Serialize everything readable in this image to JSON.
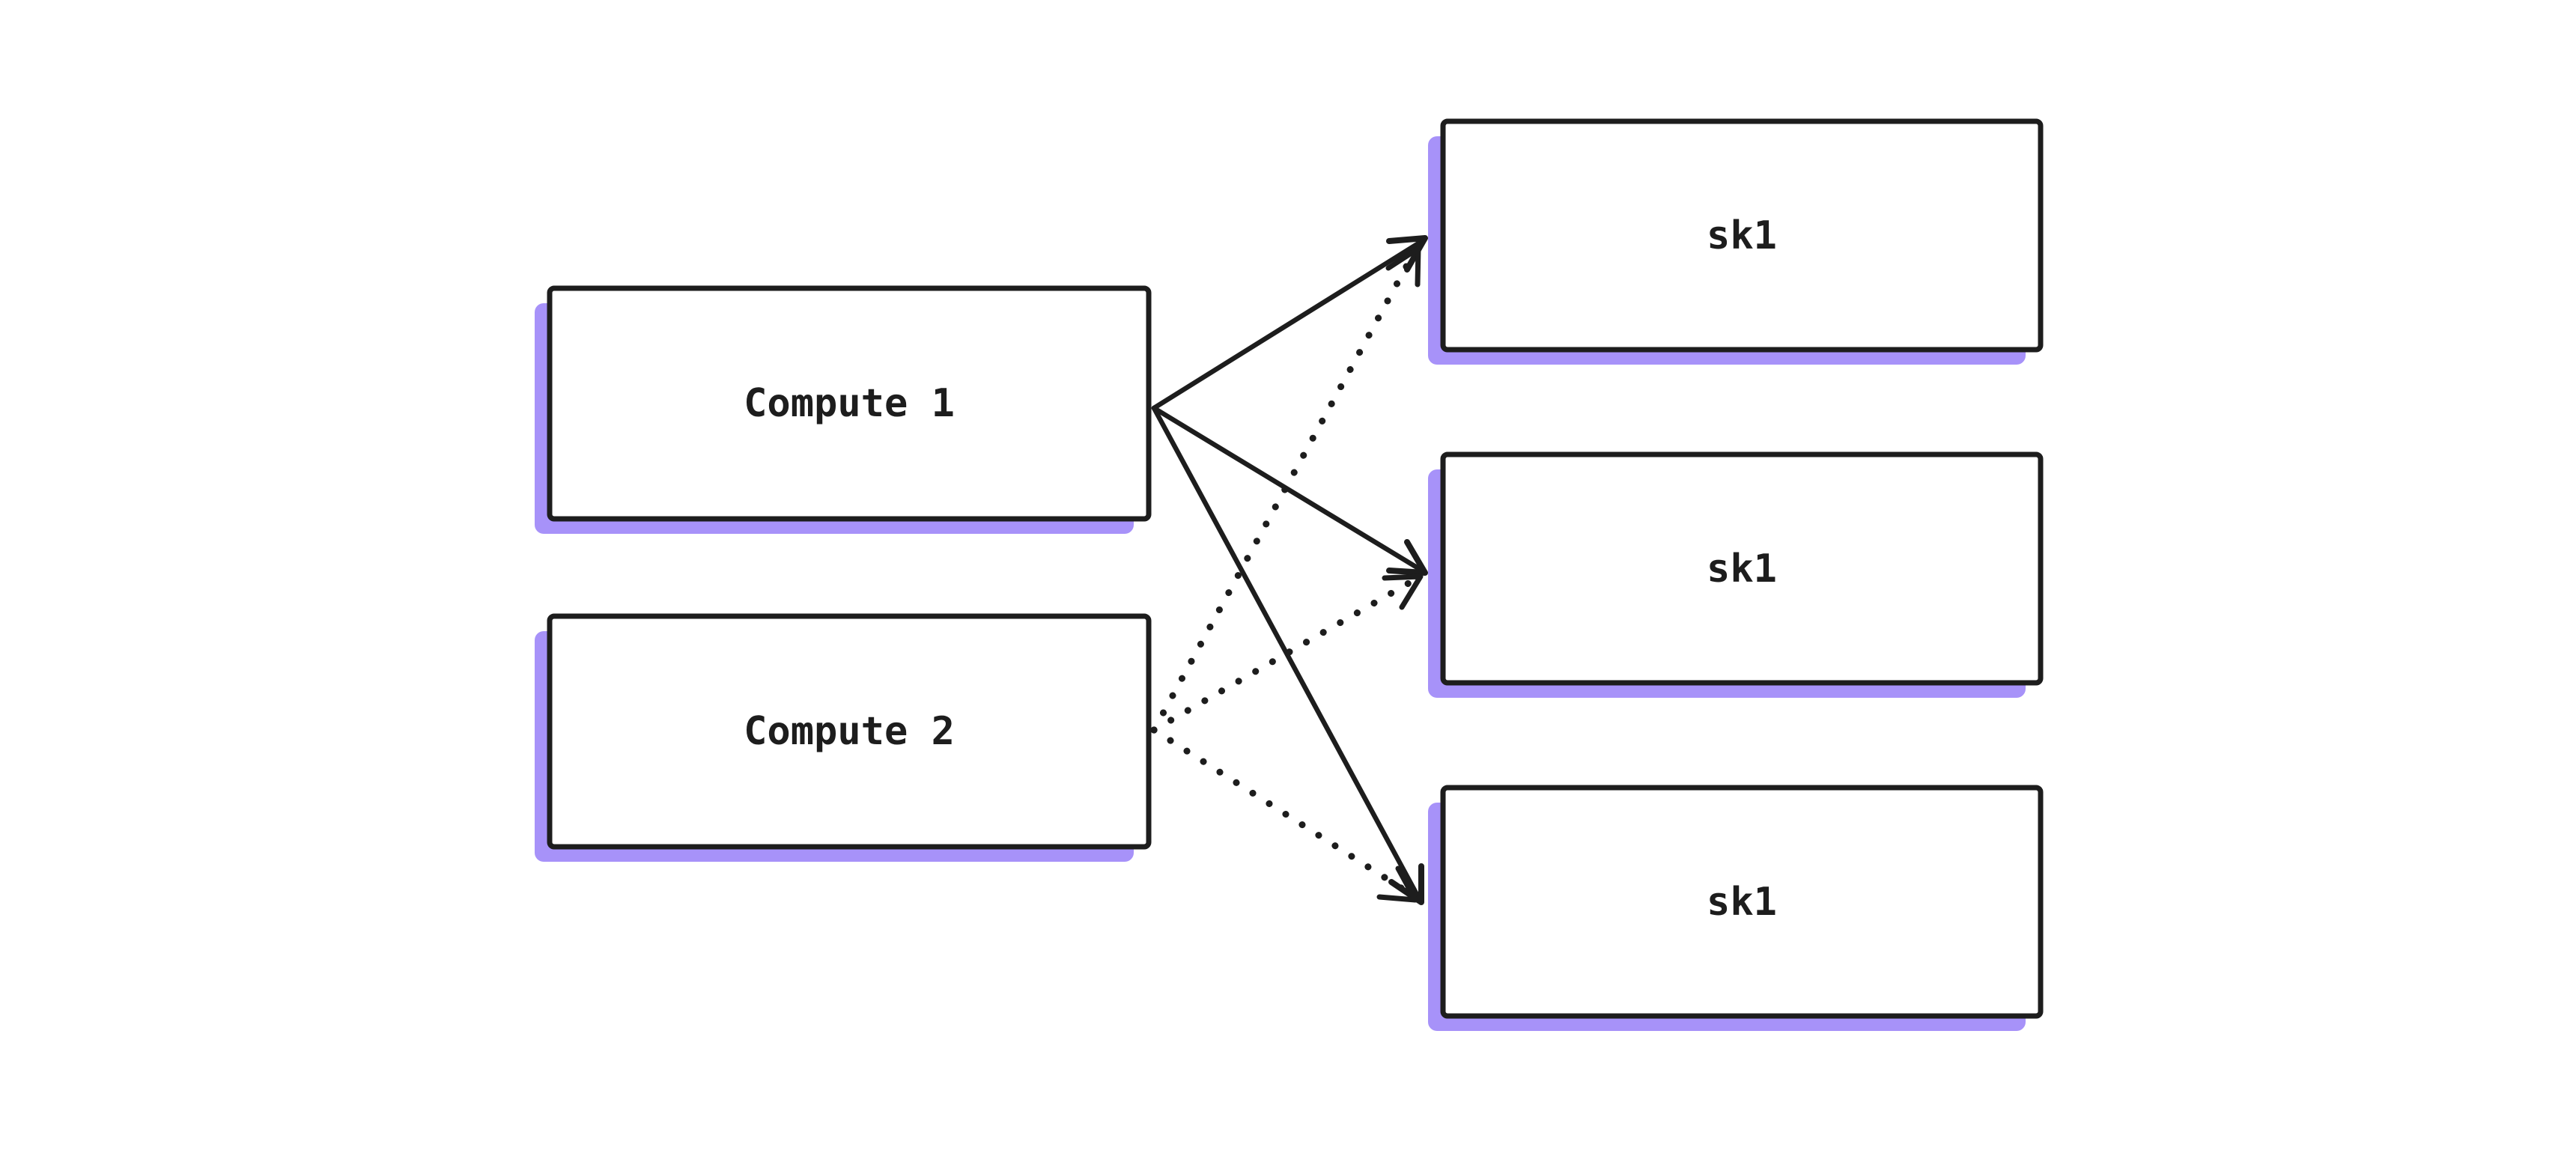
{
  "diagram": {
    "background_color": "#ffffff",
    "stroke_color": "#1d1d1d",
    "box_fill_color": "#ffffff",
    "shadow_color": "#a792f9",
    "text_color": "#1d1d1d",
    "nodes": {
      "compute1": {
        "label": "Compute 1"
      },
      "compute2": {
        "label": "Compute 2"
      },
      "sk1_top": {
        "label": "sk1"
      },
      "sk1_middle": {
        "label": "sk1"
      },
      "sk1_bottom": {
        "label": "sk1"
      }
    },
    "edges": [
      {
        "from": "Compute 1",
        "to": "sk1 (top)",
        "style": "solid",
        "arrowhead": "open-chevron"
      },
      {
        "from": "Compute 1",
        "to": "sk1 (middle)",
        "style": "solid",
        "arrowhead": "open-chevron"
      },
      {
        "from": "Compute 1",
        "to": "sk1 (bottom)",
        "style": "solid",
        "arrowhead": "open-chevron"
      },
      {
        "from": "Compute 2",
        "to": "sk1 (top)",
        "style": "dotted",
        "arrowhead": "open-chevron"
      },
      {
        "from": "Compute 2",
        "to": "sk1 (middle)",
        "style": "dotted",
        "arrowhead": "open-chevron"
      },
      {
        "from": "Compute 2",
        "to": "sk1 (bottom)",
        "style": "dotted",
        "arrowhead": "open-chevron"
      }
    ]
  }
}
